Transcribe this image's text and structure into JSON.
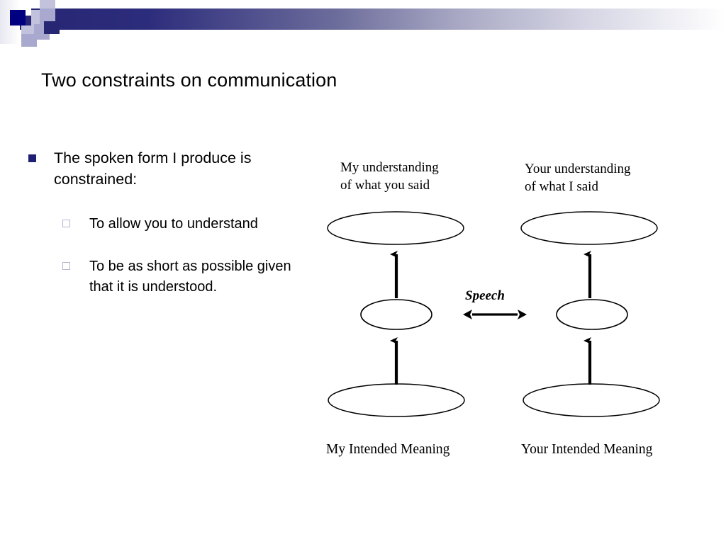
{
  "slide": {
    "title": "Two constraints on communication",
    "background": "#ffffff"
  },
  "header": {
    "gradient_from": "#262673",
    "gradient_to": "#ffffff",
    "mosaic_color_dark": "#1f1f73",
    "mosaic_color_mid": "#9a9ac6",
    "mosaic_color_light": "#c8c8e0"
  },
  "bullets": {
    "level1": [
      {
        "text": "The spoken form I produce is constrained:",
        "marker": "filled-square",
        "marker_color": "#1f1f73"
      }
    ],
    "level2": [
      {
        "text": "To allow you to understand",
        "marker": "hollow-square",
        "marker_color": "#b6b6d2"
      },
      {
        "text": "To be as short as possible given that it is understood.",
        "marker": "hollow-square",
        "marker_color": "#b6b6d2"
      }
    ]
  },
  "diagram": {
    "labels": {
      "top_left": "My understanding\nof what you said",
      "top_left_line1": "My understanding",
      "top_left_line2": "of what you said",
      "top_right_line1": "Your understanding",
      "top_right_line2": "of what I said",
      "bottom_left": "My Intended Meaning",
      "bottom_right": "Your Intended Meaning",
      "center": "Speech"
    },
    "shapes": {
      "ellipse_stroke": "#000000",
      "ellipse_fill": "none",
      "arrow_color": "#000000"
    },
    "nodes": [
      {
        "name": "my-understanding-ellipse",
        "size": "large",
        "column": "left",
        "row": "top"
      },
      {
        "name": "my-speech-ellipse",
        "size": "small",
        "column": "left",
        "row": "middle"
      },
      {
        "name": "my-intended-meaning-ellipse",
        "size": "large",
        "column": "left",
        "row": "bottom"
      },
      {
        "name": "your-understanding-ellipse",
        "size": "large",
        "column": "right",
        "row": "top"
      },
      {
        "name": "your-speech-ellipse",
        "size": "small",
        "column": "right",
        "row": "middle"
      },
      {
        "name": "your-intended-meaning-ellipse",
        "size": "large",
        "column": "right",
        "row": "bottom"
      }
    ],
    "arrows": [
      {
        "name": "left-lower-arrow",
        "direction": "up"
      },
      {
        "name": "left-upper-arrow",
        "direction": "up"
      },
      {
        "name": "right-lower-arrow",
        "direction": "up"
      },
      {
        "name": "right-upper-arrow",
        "direction": "up"
      },
      {
        "name": "speech-arrow",
        "direction": "both"
      }
    ]
  }
}
